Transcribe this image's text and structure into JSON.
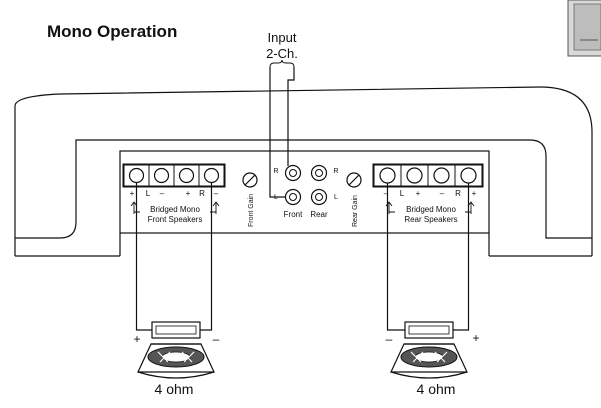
{
  "title": "Mono Operation",
  "input": {
    "line1": "Input",
    "line2": "2-Ch."
  },
  "front_group": {
    "terminal_labels": [
      "+",
      "L",
      "–",
      "+",
      "R",
      "–"
    ],
    "bridged_line1": "Bridged Mono",
    "bridged_line2": "Front Speakers"
  },
  "rear_group": {
    "terminal_labels": [
      "–",
      "L",
      "+",
      "–",
      "R",
      "+"
    ],
    "bridged_line1": "Bridged Mono",
    "bridged_line2": "Rear Speakers"
  },
  "gain_labels": {
    "front": "Front Gain",
    "rear": "Rear Gain"
  },
  "rca": {
    "row_labels_left": [
      "R",
      "L"
    ],
    "row_labels_right": [
      "R",
      "L"
    ],
    "column_labels": [
      "Front",
      "Rear"
    ]
  },
  "speakers": {
    "left": {
      "impedance": "4 ohm",
      "plus": "+",
      "minus": "–"
    },
    "right": {
      "impedance": "4 ohm",
      "plus": "+",
      "minus": "–"
    }
  }
}
